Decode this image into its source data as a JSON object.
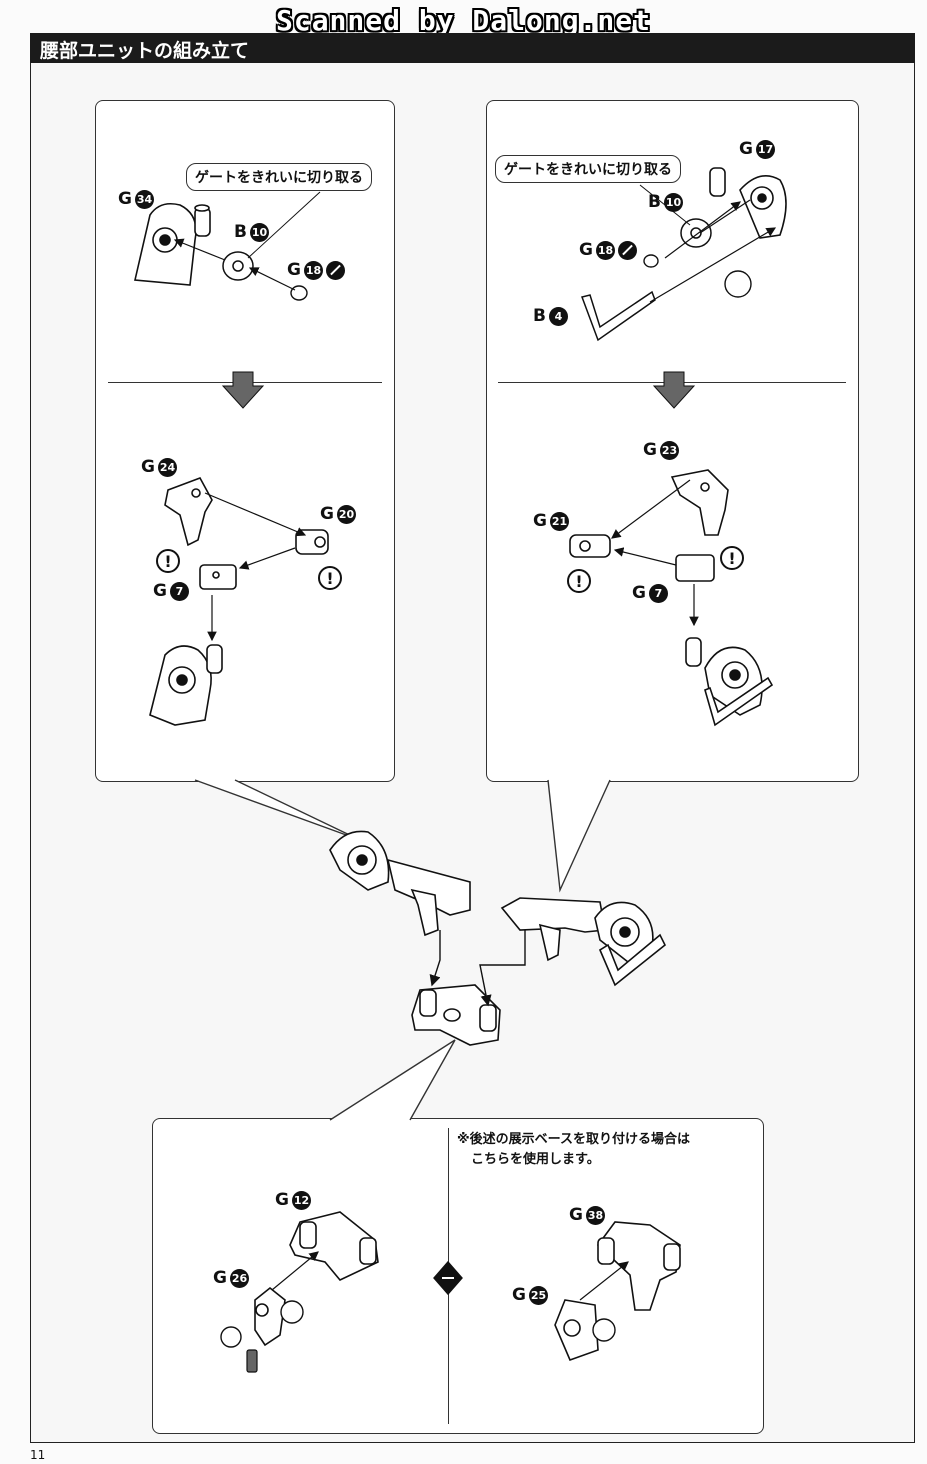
{
  "watermark": "Scanned by Dalong.net",
  "header": {
    "title": "腰部ユニットの組み立て"
  },
  "callouts": {
    "gate_cut": "ゲートをきれいに切り取る"
  },
  "left_panel": {
    "labels": {
      "g34": {
        "letter": "G",
        "num": "34"
      },
      "b10": {
        "letter": "B",
        "num": "10"
      },
      "g18": {
        "letter": "G",
        "num": "18"
      },
      "g24": {
        "letter": "G",
        "num": "24"
      },
      "g20": {
        "letter": "G",
        "num": "20"
      },
      "g7": {
        "letter": "G",
        "num": "7"
      }
    }
  },
  "right_panel": {
    "labels": {
      "g17": {
        "letter": "G",
        "num": "17"
      },
      "b10": {
        "letter": "B",
        "num": "10"
      },
      "g18": {
        "letter": "G",
        "num": "18"
      },
      "b4": {
        "letter": "B",
        "num": "4"
      },
      "g23": {
        "letter": "G",
        "num": "23"
      },
      "g21": {
        "letter": "G",
        "num": "21"
      },
      "g7": {
        "letter": "G",
        "num": "7"
      }
    }
  },
  "bottom_panel": {
    "note_line1": "※後述の展示ベースを取り付ける場合は",
    "note_line2": "こちらを使用します。",
    "labels": {
      "g12": {
        "letter": "G",
        "num": "12"
      },
      "g26": {
        "letter": "G",
        "num": "26"
      },
      "g38": {
        "letter": "G",
        "num": "38"
      },
      "g25": {
        "letter": "G",
        "num": "25"
      }
    }
  },
  "warning_mark": "!",
  "page_number": "11"
}
